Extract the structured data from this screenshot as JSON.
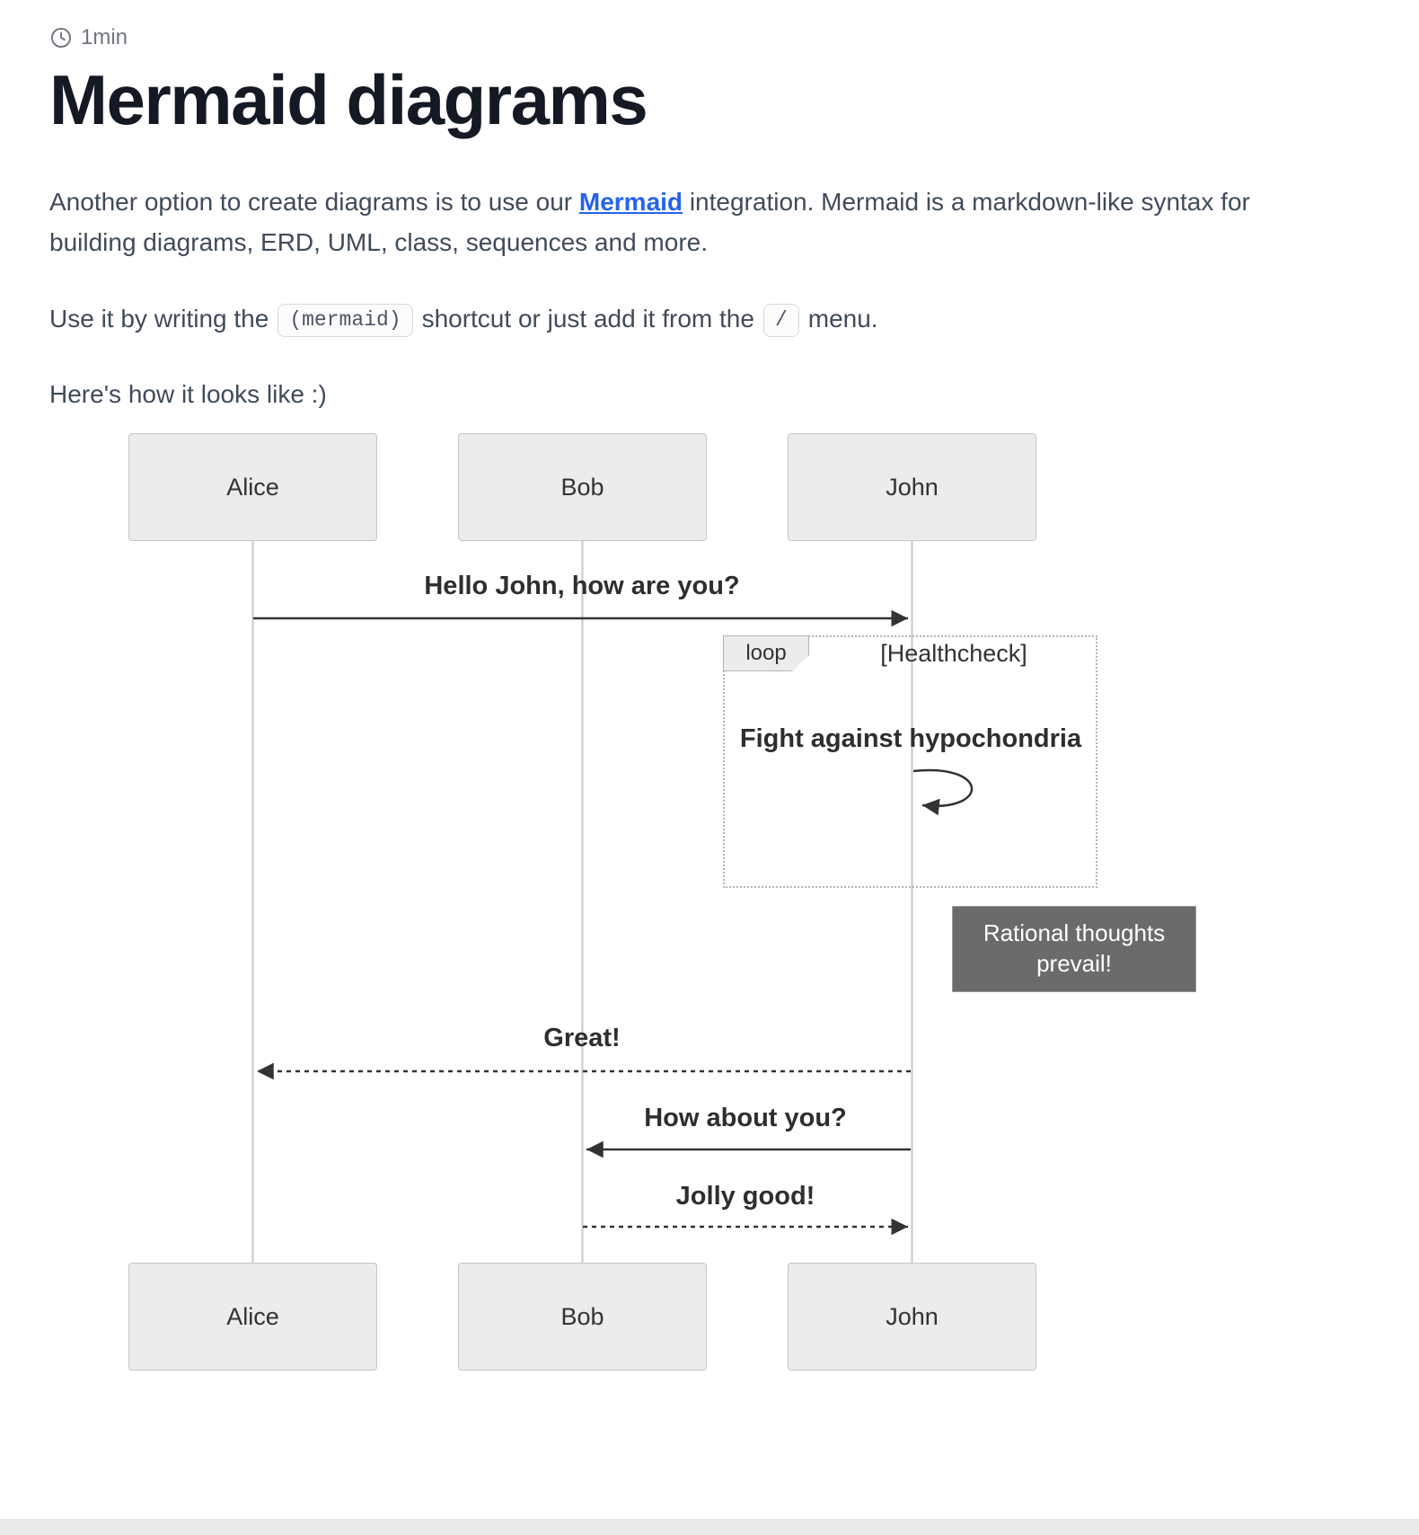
{
  "meta": {
    "read_time": "1min"
  },
  "article": {
    "title": "Mermaid diagrams",
    "intro": {
      "before_link": "Another option to create diagrams is to use our ",
      "link_text": "Mermaid",
      "after_link": " integration. Mermaid is a markdown-like syntax for building diagrams, ERD, UML, class, sequences and more."
    },
    "usage": {
      "part1": "Use it by writing the",
      "code1": "(mermaid)",
      "part2": "shortcut or just add it from the",
      "code2": "/",
      "part3": "menu."
    },
    "outro": "Here's how it looks like :)"
  },
  "diagram": {
    "type": "sequence",
    "actors_top": [
      "Alice",
      "Bob",
      "John"
    ],
    "actors_bottom": [
      "Alice",
      "Bob",
      "John"
    ],
    "messages": {
      "hello": "Hello John, how are you?",
      "great": "Great!",
      "how_about": "How about you?",
      "jolly": "Jolly good!"
    },
    "loop": {
      "label": "loop",
      "condition": "[Healthcheck]",
      "self_message": "Fight against hypochondria"
    },
    "note": {
      "text": "Rational thoughts prevail!"
    }
  },
  "colors": {
    "link": "#2563eb",
    "heading": "#141a24",
    "body_text": "#3f4b5c",
    "actor_fill": "#ececec",
    "actor_border": "#c6c6c6",
    "lifeline": "#c8c8c8",
    "arrow": "#333333",
    "loop_border": "#b4b4b4",
    "note_fill": "#6b6b6b",
    "note_text": "#ffffff"
  }
}
